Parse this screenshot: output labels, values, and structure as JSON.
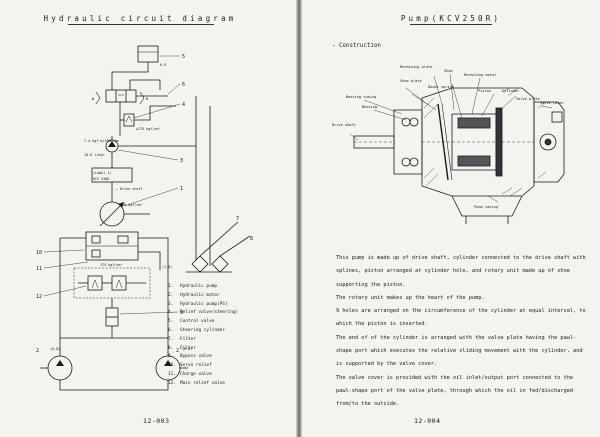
{
  "left": {
    "title": "Hydraulic circuit diagram",
    "page_number": "12-003",
    "callouts": [
      "1",
      "2",
      "3",
      "4",
      "5",
      "6",
      "7",
      "8",
      "9",
      "10",
      "11",
      "12"
    ],
    "annotations": {
      "small_value_top": "0.5",
      "w_left_top": "W",
      "w_right_top": "W",
      "relief_text": "≥275 kgf/cm²",
      "motor_spec": "7.4 kgf·m/1000rpm",
      "pump_spec": "10.8 l/min",
      "drive_shaft": "← Drive shaft",
      "pump_box_1": "(Label 1)",
      "pump_box_2": "KCV 250R",
      "relief_steer": "100 kgf/cm²",
      "relief_main": "175 kgf/cm²",
      "orifice_left": "(0.8)",
      "orifice_right": "(0.8)",
      "orifice_mid": "(1.0)"
    },
    "legend": [
      {
        "num": "1.",
        "text": "Hydraulic pump"
      },
      {
        "num": "2.",
        "text": "Hydraulic motor"
      },
      {
        "num": "3.",
        "text": "Hydraulic pump(PS)"
      },
      {
        "num": "4.",
        "text": "Relief valve(steering)"
      },
      {
        "num": "5.",
        "text": "Control valve"
      },
      {
        "num": "6.",
        "text": "Steering cylinder"
      },
      {
        "num": "7.",
        "text": "Filter"
      },
      {
        "num": "8.",
        "text": "Filter"
      },
      {
        "num": "9.",
        "text": "Bypass valve"
      },
      {
        "num": "10.",
        "text": "Servo relief"
      },
      {
        "num": "11.",
        "text": "Charge valve"
      },
      {
        "num": "12.",
        "text": "Main relief valve"
      }
    ]
  },
  "right": {
    "title": "Pump(KCV250R)",
    "page_number": "12-004",
    "section": "- Construction",
    "labels": {
      "retaining_plate": "Retaining plate",
      "shoe": "Shoe",
      "retaining_metal": "Retaining metal",
      "shoe_plate": "Shoe plate",
      "dowel_spring": "Dowel spring",
      "piston": "Piston",
      "cylinder": "Cylinder",
      "valve_plate": "Valve plate",
      "bearing_casing": "Bearing casing",
      "bearing": "Bearing",
      "valve_cover": "Valve cover",
      "drive_shaft": "Drive shaft",
      "pump_casing": "Pump casing"
    },
    "paragraphs": [
      "This pump is made up of drive shaft, cylinder connected to the drive shaft with splines, piston arranged at cylinder hole, and rotary unit made up of shoe supporting the piston.",
      "The rotary unit makes up the heart of the pump.",
      "9 holes are arranged on the circumference of the cylinder at equal interval, to which the piston is inserted.",
      "The end of of the cylinder is arranged with the valve plate having the pawl-shape port which executes the relative sliding movement with the cylinder, and is supported by the valve cover.",
      "The valve cover is provided with the oil inlet/output port connected to the pawl-shape port of the valve plate, through which the oil in fed/discharged from/to the outside."
    ]
  }
}
